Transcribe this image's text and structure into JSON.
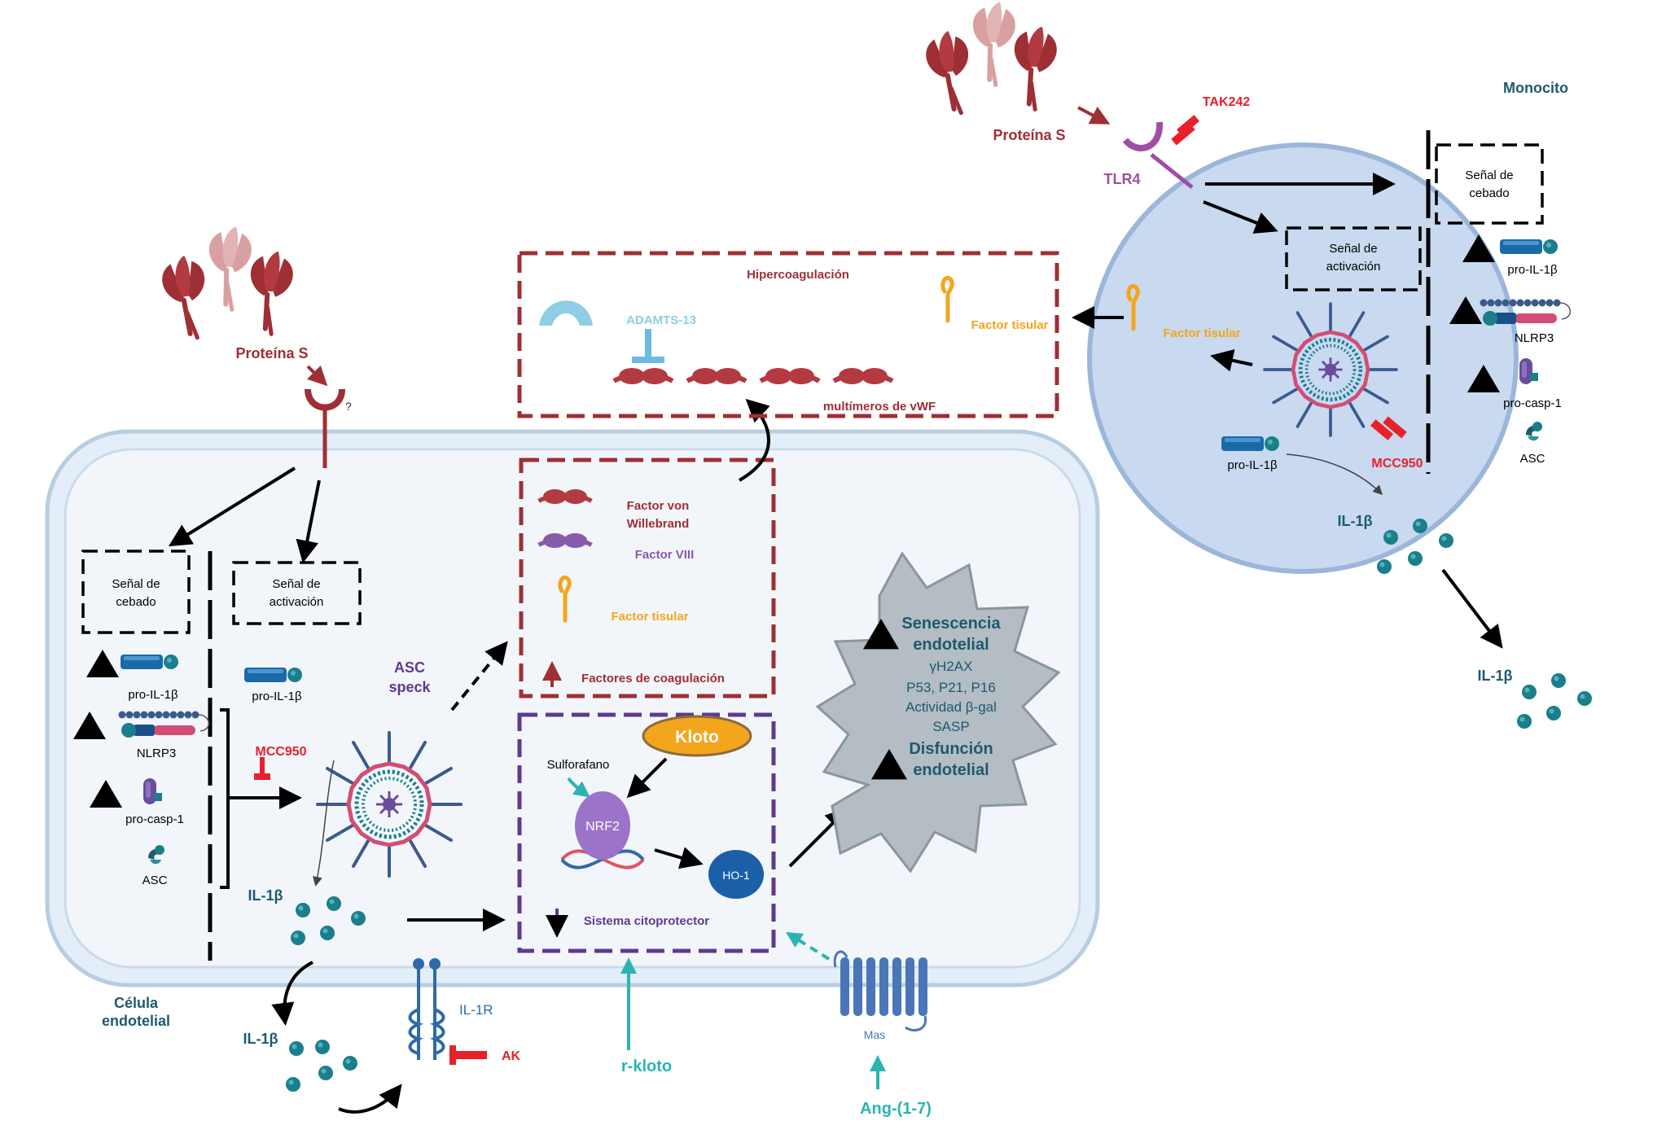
{
  "colors": {
    "protein": "#9e2f35",
    "protein_light": "#d9a0a2",
    "teal": "#1a7f8a",
    "dark_teal": "#1d5a6e",
    "navy": "#2d3a73",
    "purple": "#5e3a8e",
    "orange": "#f3a51c",
    "red": "#e8202a",
    "cyan": "#2bb4b2",
    "monocyte_fill": "#c8d9f0",
    "monocyte_stroke": "#9bb6d9",
    "cell_fill": "#f2f6fb",
    "cell_stroke": "#b7cde2"
  },
  "endothelial": {
    "cell_label_1": "Célula",
    "cell_label_2": "endotelial",
    "protein_label": "Proteína S",
    "question_mark": "?",
    "priming_1": "Señal de",
    "priming_2": "cebado",
    "activation_1": "Señal de",
    "activation_2": "activación",
    "pro_il1b": "pro-IL-1β",
    "pro_il1b_b": "pro-IL-1β",
    "nlrp3": "NLRP3",
    "pro_casp1": "pro-casp-1",
    "asc": "ASC",
    "mcc950": "MCC950",
    "asc_speck_1": "ASC",
    "asc_speck_2": "speck",
    "il1b_inner": "IL-1β",
    "il1b_outer": "IL-1β",
    "il1r": "IL-1R",
    "ak": "AK",
    "coag_vwf_1": "Factor von",
    "coag_vwf_2": "Willebrand",
    "coag_f8": "Factor VIII",
    "coag_tf": "Factor tisular",
    "coag_factors": "Factores de coagulación",
    "kloto": "Kloto",
    "sulforafano": "Sulforafano",
    "nrf2": "NRF2",
    "ho1": "HO-1",
    "cytoprotective": "Sistema citoprotector",
    "rkloto": "r-kloto",
    "mas": "Mas",
    "ang": "Ang-(1-7)"
  },
  "hypercoagulation": {
    "title": "Hipercoagulación",
    "adamts13": "ADAMTS-13",
    "tissue_factor": "Factor tisular",
    "vwf_multimers": "multímeros de vWF"
  },
  "senescence": {
    "line1": "Senescencia",
    "line2": "endotelial",
    "line3": "γH2AX",
    "line4": "P53, P21, P16",
    "line5": "Actividad β-gal",
    "line6": "SASP",
    "line7": "Disfunción",
    "line8": "endotelial"
  },
  "monocyte": {
    "title": "Monocito",
    "protein_label": "Proteína S",
    "tak242": "TAK242",
    "tlr4": "TLR4",
    "priming_1": "Señal de",
    "priming_2": "cebado",
    "activation_1": "Señal de",
    "activation_2": "activación",
    "pro_il1b": "pro-IL-1β",
    "nlrp3": "NLRP3",
    "pro_casp1": "pro-casp-1",
    "asc": "ASC",
    "tissue_factor": "Factor tisular",
    "pro_il1b_b": "pro-IL-1β",
    "mcc950": "MCC950",
    "il1b_inner": "IL-1β",
    "il1b_outer": "IL-1β"
  }
}
